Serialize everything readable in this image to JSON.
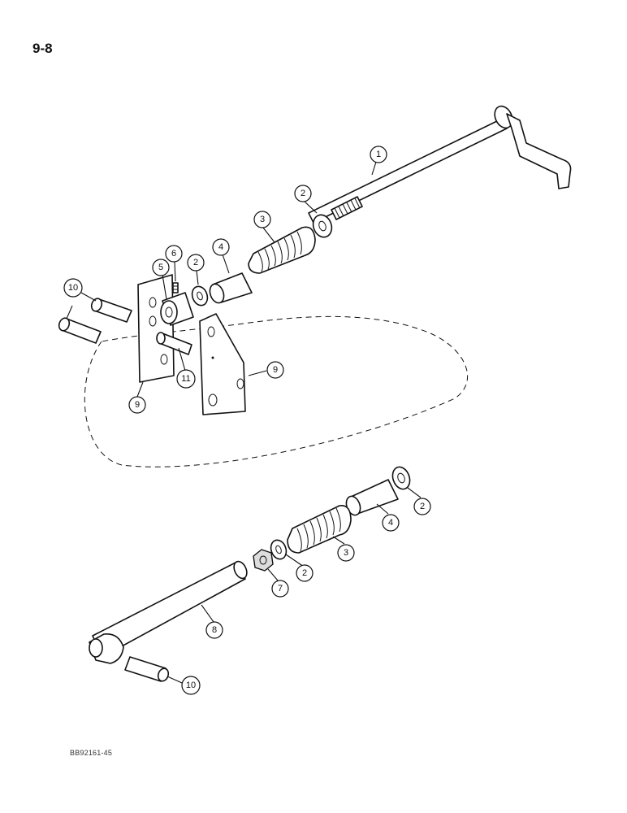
{
  "page": {
    "page_number": "9-8",
    "figure_code": "BB92161-45"
  },
  "callouts": [
    {
      "id": "c1",
      "label": "1"
    },
    {
      "id": "c2a",
      "label": "2"
    },
    {
      "id": "c3a",
      "label": "3"
    },
    {
      "id": "c2b",
      "label": "2"
    },
    {
      "id": "c4a",
      "label": "4"
    },
    {
      "id": "c6",
      "label": "6"
    },
    {
      "id": "c5",
      "label": "5"
    },
    {
      "id": "c10a",
      "label": "10"
    },
    {
      "id": "c11",
      "label": "11"
    },
    {
      "id": "c9a",
      "label": "9"
    },
    {
      "id": "c9b",
      "label": "9"
    },
    {
      "id": "c2c",
      "label": "2"
    },
    {
      "id": "c4b",
      "label": "4"
    },
    {
      "id": "c3b",
      "label": "3"
    },
    {
      "id": "c2d",
      "label": "2"
    },
    {
      "id": "c7",
      "label": "7"
    },
    {
      "id": "c8",
      "label": "8"
    },
    {
      "id": "c10b",
      "label": "10"
    }
  ]
}
